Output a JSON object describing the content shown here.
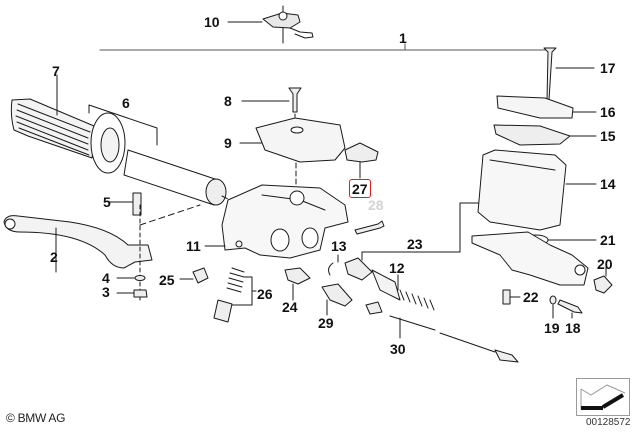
{
  "diagram": {
    "title": "Clutch control / handlebar lever assembly",
    "highlighted_part": "27",
    "copyright": "© BMW AG",
    "diagram_id": "00128572",
    "nav_icon": "return-arrow-icon",
    "callouts": [
      {
        "id": "c1",
        "label": "1"
      },
      {
        "id": "c2",
        "label": "2"
      },
      {
        "id": "c3",
        "label": "3"
      },
      {
        "id": "c4",
        "label": "4"
      },
      {
        "id": "c5",
        "label": "5"
      },
      {
        "id": "c6",
        "label": "6"
      },
      {
        "id": "c7",
        "label": "7"
      },
      {
        "id": "c8",
        "label": "8"
      },
      {
        "id": "c9",
        "label": "9"
      },
      {
        "id": "c10",
        "label": "10"
      },
      {
        "id": "c11",
        "label": "11"
      },
      {
        "id": "c12",
        "label": "12"
      },
      {
        "id": "c13",
        "label": "13"
      },
      {
        "id": "c14",
        "label": "14"
      },
      {
        "id": "c15",
        "label": "15"
      },
      {
        "id": "c16",
        "label": "16"
      },
      {
        "id": "c17",
        "label": "17"
      },
      {
        "id": "c18",
        "label": "18"
      },
      {
        "id": "c19",
        "label": "19"
      },
      {
        "id": "c20",
        "label": "20"
      },
      {
        "id": "c21",
        "label": "21"
      },
      {
        "id": "c22",
        "label": "22"
      },
      {
        "id": "c23",
        "label": "23"
      },
      {
        "id": "c24",
        "label": "24"
      },
      {
        "id": "c25",
        "label": "25"
      },
      {
        "id": "c26",
        "label": "26"
      },
      {
        "id": "c27",
        "label": "27"
      },
      {
        "id": "c28",
        "label": "28"
      },
      {
        "id": "c29",
        "label": "29"
      },
      {
        "id": "c30",
        "label": "30"
      }
    ]
  }
}
